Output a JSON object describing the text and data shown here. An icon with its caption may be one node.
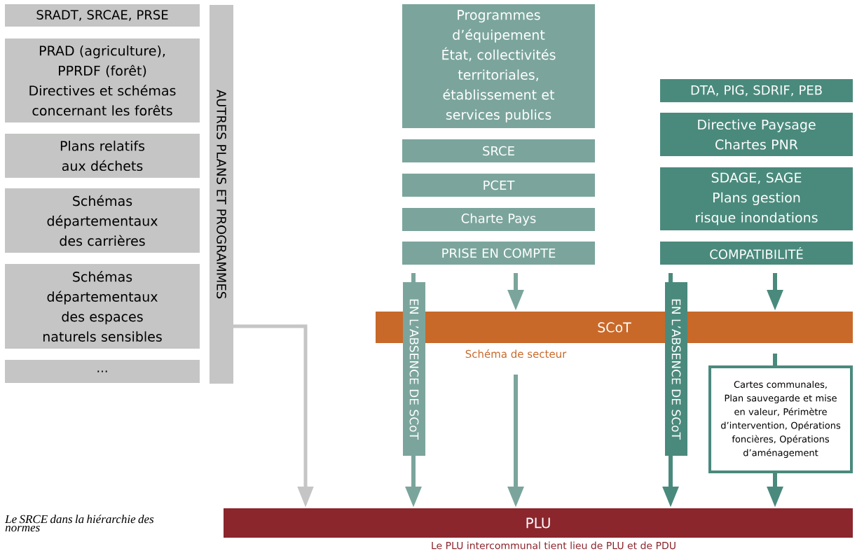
{
  "diagram": {
    "caption": "Le SRCE dans la hiérarchie des normes",
    "nodes": [
      {
        "text": [
          "SRADT, SRCAE, PRSE"
        ]
      },
      {
        "text": [
          "PRAD (agriculture), PPRDF (forêt) Directives et schémas concernant les forêts"
        ]
      },
      {
        "text": [
          "Plans relatifs aux déchets"
        ]
      },
      {
        "text": [
          "Schémas départementaux des carrières"
        ]
      },
      {
        "text": [
          "Schémas départementaux des espaces naturels sensibles"
        ]
      },
      {
        "text": [
          "..."
        ]
      },
      {
        "text": [
          "AUTRES PLANS ET PROGRAMMES"
        ]
      },
      {
        "text": [
          "Programmes d’équipement État, collectivités territoriales, établissement et services publics"
        ]
      },
      {
        "text": [
          "SRCE"
        ]
      },
      {
        "text": [
          "PCET"
        ]
      },
      {
        "text": [
          "Charte Pays"
        ]
      },
      {
        "text": [
          "PRISE EN COMPTE"
        ]
      },
      {
        "text": [
          "DTA, PIG, SDRIF, PEB"
        ]
      },
      {
        "text": [
          "Directive Paysage Chartes PNR"
        ]
      },
      {
        "text": [
          "SDAGE, SAGE Plans gestion risque inondations"
        ]
      },
      {
        "text": [
          "COMPATIBILITÉ"
        ]
      },
      {
        "text": [
          "SCoT"
        ],
        "beside": [
          "Schéma de secteur"
        ]
      },
      {
        "text": [
          "EN L’ABSENCE DE SCoT"
        ]
      },
      {
        "text": [
          "EN L’ABSENCE DE SCoT"
        ]
      },
      {
        "text": [
          "Cartes communales, Plan sauvegarde et mise en valeur, Périmètre d’intervention, Opérations foncières, Opérations d’aménagement"
        ]
      },
      {
        "text": [
          "PLU"
        ],
        "beside": [
          "Le PLU intercommunal tient lieu de PLU et de PDU"
        ]
      }
    ],
    "edges": [
      {
        "from": 6,
        "to": 20,
        "arrow": "to",
        "color": "#c4c5c4"
      },
      {
        "from": 11,
        "to": 17,
        "arrow": "none",
        "color": "#7ba59c"
      },
      {
        "from": 17,
        "to": 20,
        "arrow": "to",
        "color": "#7ba59c"
      },
      {
        "from": 11,
        "to": 16,
        "arrow": "to",
        "color": "#7ba59c"
      },
      {
        "from": 16,
        "to": 20,
        "arrow": "to",
        "color": "#7ba59c"
      },
      {
        "from": 15,
        "to": 18,
        "arrow": "none"
      },
      {
        "from": 18,
        "to": 20,
        "arrow": "to"
      },
      {
        "from": 15,
        "to": 16,
        "arrow": "to"
      },
      {
        "from": 16,
        "to": 19,
        "arrow": "none"
      },
      {
        "from": 19,
        "to": 20,
        "arrow": "to"
      }
    ]
  }
}
